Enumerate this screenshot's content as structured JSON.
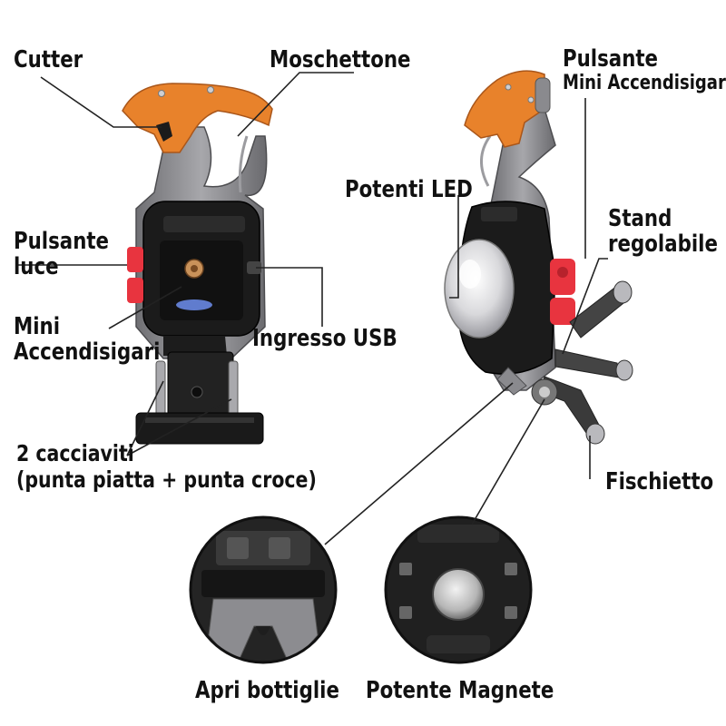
{
  "colors": {
    "orange": "#e8822b",
    "steel": "#8b8b8e",
    "black": "#1b1b1b",
    "red": "#e8343f",
    "leader": "#222222"
  },
  "labels": {
    "cutter": "Cutter",
    "moschettone": "Moschettone",
    "pulsante_luce_1": "Pulsante",
    "pulsante_luce_2": "luce",
    "mini_acc_1": "Mini",
    "mini_acc_2": "Accendisigari",
    "ingresso_usb": "Ingresso USB",
    "cacciaviti_1": "2 cacciaviti",
    "cacciaviti_2": "(punta piatta + punta croce)",
    "pulsante_mini_1": "Pulsante",
    "pulsante_mini_2": "Mini Accendisigari",
    "potenti_led": "Potenti LED",
    "stand_1": "Stand",
    "stand_2": "regolabile",
    "fischietto": "Fischietto",
    "apri_bottiglie": "Apri bottiglie",
    "potente_magnete": "Potente Magnete"
  }
}
